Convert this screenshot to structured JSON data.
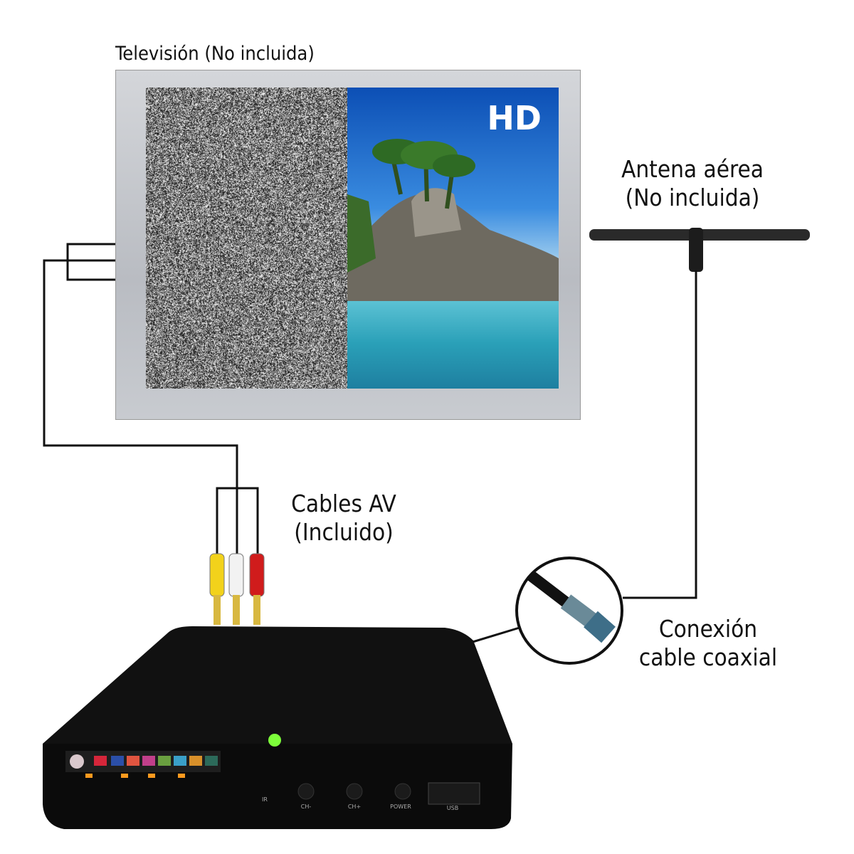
{
  "labels": {
    "tv": "Televisión (No incluida)",
    "antenna_line1": "Antena aérea",
    "antenna_line2": "(No incluida)",
    "cables_line1": "Cables AV",
    "cables_line2": "(Incluido)",
    "coax_line1": "Conexión",
    "coax_line2": "cable coaxial"
  },
  "tv_screen": {
    "badge": "HD"
  },
  "decoder": {
    "buttons": [
      "CH-",
      "CH+",
      "POWER"
    ],
    "port": "USB",
    "ir": "IR",
    "led_color": "#7dff3a",
    "indicator_color": "#ff9a1e"
  },
  "colors": {
    "rca_yellow": "#f2d21b",
    "rca_white": "#f2f2f2",
    "rca_red": "#d01c1c"
  }
}
